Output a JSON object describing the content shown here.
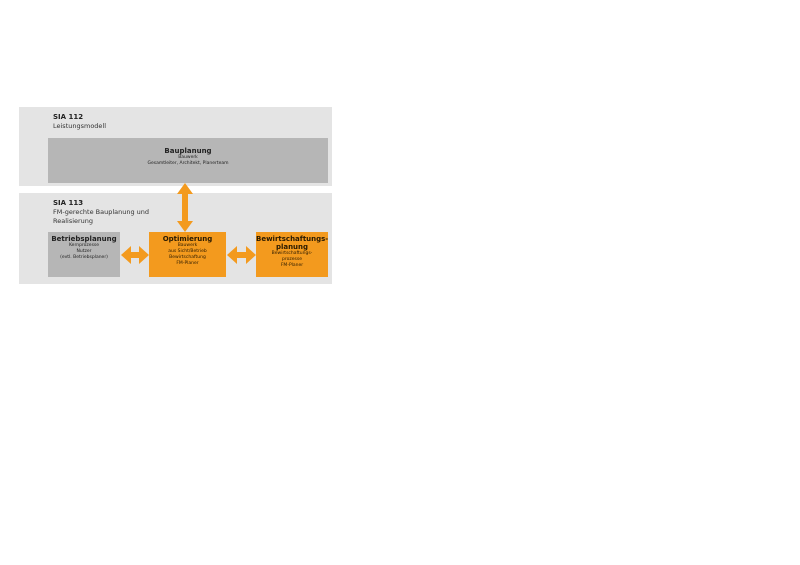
{
  "sia112": {
    "title": "SIA 112",
    "subtitle": "Leistungsmodell",
    "bauplanung": {
      "title": "Bauplanung",
      "lines": [
        "Bauwerk",
        "Gesamtleiter, Architekt, Planerteam"
      ]
    }
  },
  "sia113": {
    "title": "SIA 113",
    "subtitle_lines": [
      "FM-gerechte Bauplanung und",
      "Realisierung"
    ],
    "betriebsplanung": {
      "title": "Betriebsplanung",
      "lines": [
        "Kernprozesse",
        "Nutzer",
        "(evtl. Betriebsplaner)"
      ]
    },
    "optimierung": {
      "title": "Optimierung",
      "lines": [
        "Bauwerk",
        "aus Sicht/Betrieb",
        "Bewirtschaftung",
        "FM-Planer"
      ]
    },
    "bewirtschaftung": {
      "title_lines": [
        "Bewirtschaftungs-",
        "planung"
      ],
      "lines": [
        "Bewirtschaftungs-",
        "prozesse",
        "FM-Planer"
      ]
    }
  },
  "colors": {
    "orange": "#f39a1e",
    "panel": "#e4e4e4",
    "box": "#b6b6b6"
  }
}
